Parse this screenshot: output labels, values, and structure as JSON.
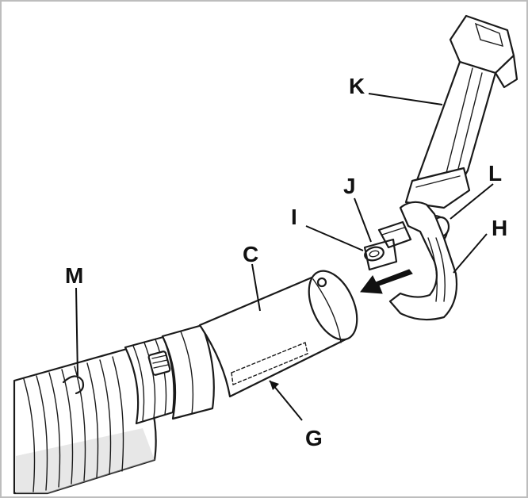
{
  "labels": {
    "K": "K",
    "J": "J",
    "L": "L",
    "I": "I",
    "H": "H",
    "C": "C",
    "M": "M",
    "G": "G"
  }
}
